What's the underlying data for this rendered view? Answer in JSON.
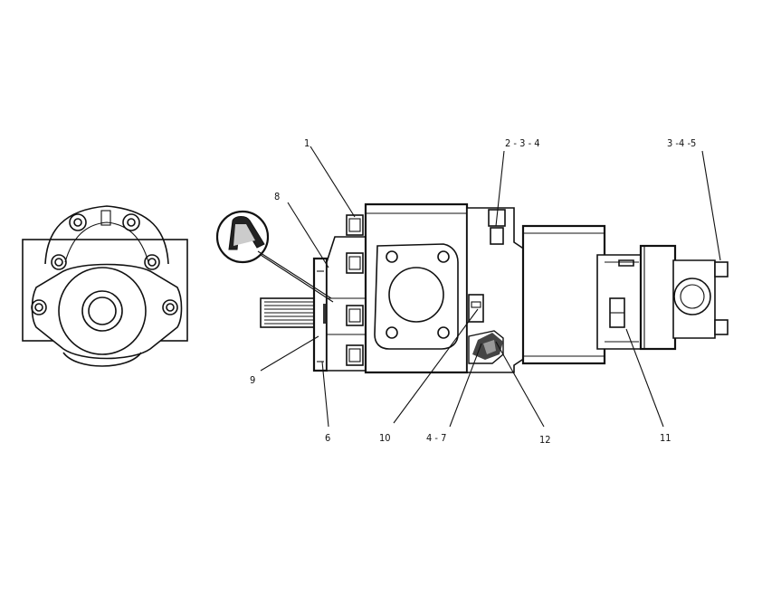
{
  "callouts": {
    "c1": "1",
    "c2": "2 - 3 - 4",
    "c3": "3 -4 -5",
    "c4": "8",
    "c5": "9",
    "c6": "6",
    "c7": "10",
    "c8": "4 - 7",
    "c9": "12",
    "c10": "11"
  }
}
